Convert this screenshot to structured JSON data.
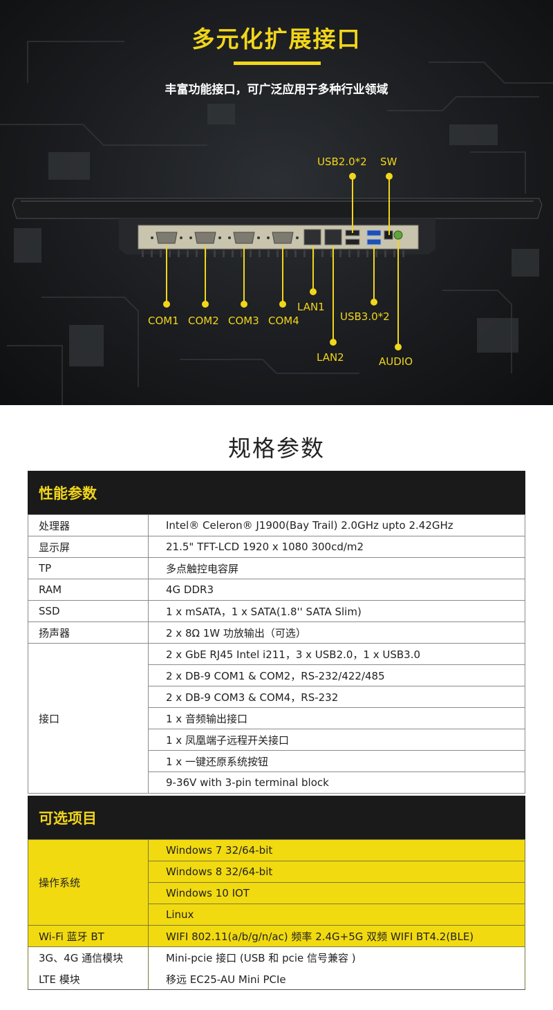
{
  "hero": {
    "title": "多元化扩展接口",
    "subtitle": "丰富功能接口，可广泛应用于多种行业领域",
    "accent": "#f2d61a",
    "ports": {
      "usb2": "USB2.0*2",
      "sw": "SW",
      "com1": "COM1",
      "com2": "COM2",
      "com3": "COM3",
      "com4": "COM4",
      "lan1": "LAN1",
      "lan2": "LAN2",
      "usb3": "USB3.0*2",
      "audio": "AUDIO"
    }
  },
  "spec": {
    "title": "规格参数",
    "performance": {
      "heading": "性能参数",
      "rows": [
        {
          "k": "处理器",
          "v": "Intel® Celeron® J1900(Bay Trail) 2.0GHz upto 2.42GHz"
        },
        {
          "k": "显示屏",
          "v": "21.5\" TFT-LCD  1920 x 1080  300cd/m2"
        },
        {
          "k": "TP",
          "v": "多点触控电容屏"
        },
        {
          "k": "RAM",
          "v": "4G DDR3"
        },
        {
          "k": "SSD",
          "v": "1 x mSATA，1 x SATA(1.8'' SATA Slim)"
        },
        {
          "k": "扬声器",
          "v": "2 x 8Ω 1W 功放输出（可选）"
        }
      ],
      "interface": {
        "k": "接口",
        "v": [
          "2 x GbE RJ45 Intel i211，3 x USB2.0，1 x USB3.0",
          "2 x DB-9 COM1 & COM2，RS-232/422/485",
          "2 x DB-9 COM3 & COM4，RS-232",
          "1 x 音频输出接口",
          "1 x 凤凰端子远程开关接口",
          "1 x 一键还原系统按钮",
          "9-36V with 3-pin terminal block"
        ]
      }
    },
    "optional": {
      "heading": "可选项目",
      "os": {
        "k": "操作系统",
        "v": [
          "Windows 7  32/64-bit",
          "Windows 8  32/64-bit",
          "Windows 10  IOT",
          "Linux"
        ]
      },
      "wifi": {
        "k": "Wi-Fi 蓝牙 BT",
        "v": "WIFI 802.11(a/b/g/n/ac)  频率 2.4G+5G 双频 WIFI BT4.2(BLE)"
      },
      "g34": {
        "k": "3G、4G 通信模块",
        "v": "Mini-pcie 接口 (USB 和 pcie 信号兼容 )"
      },
      "lte": {
        "k": "LTE 模块",
        "v": "移远 EC25-AU Mini PCIe"
      }
    }
  }
}
